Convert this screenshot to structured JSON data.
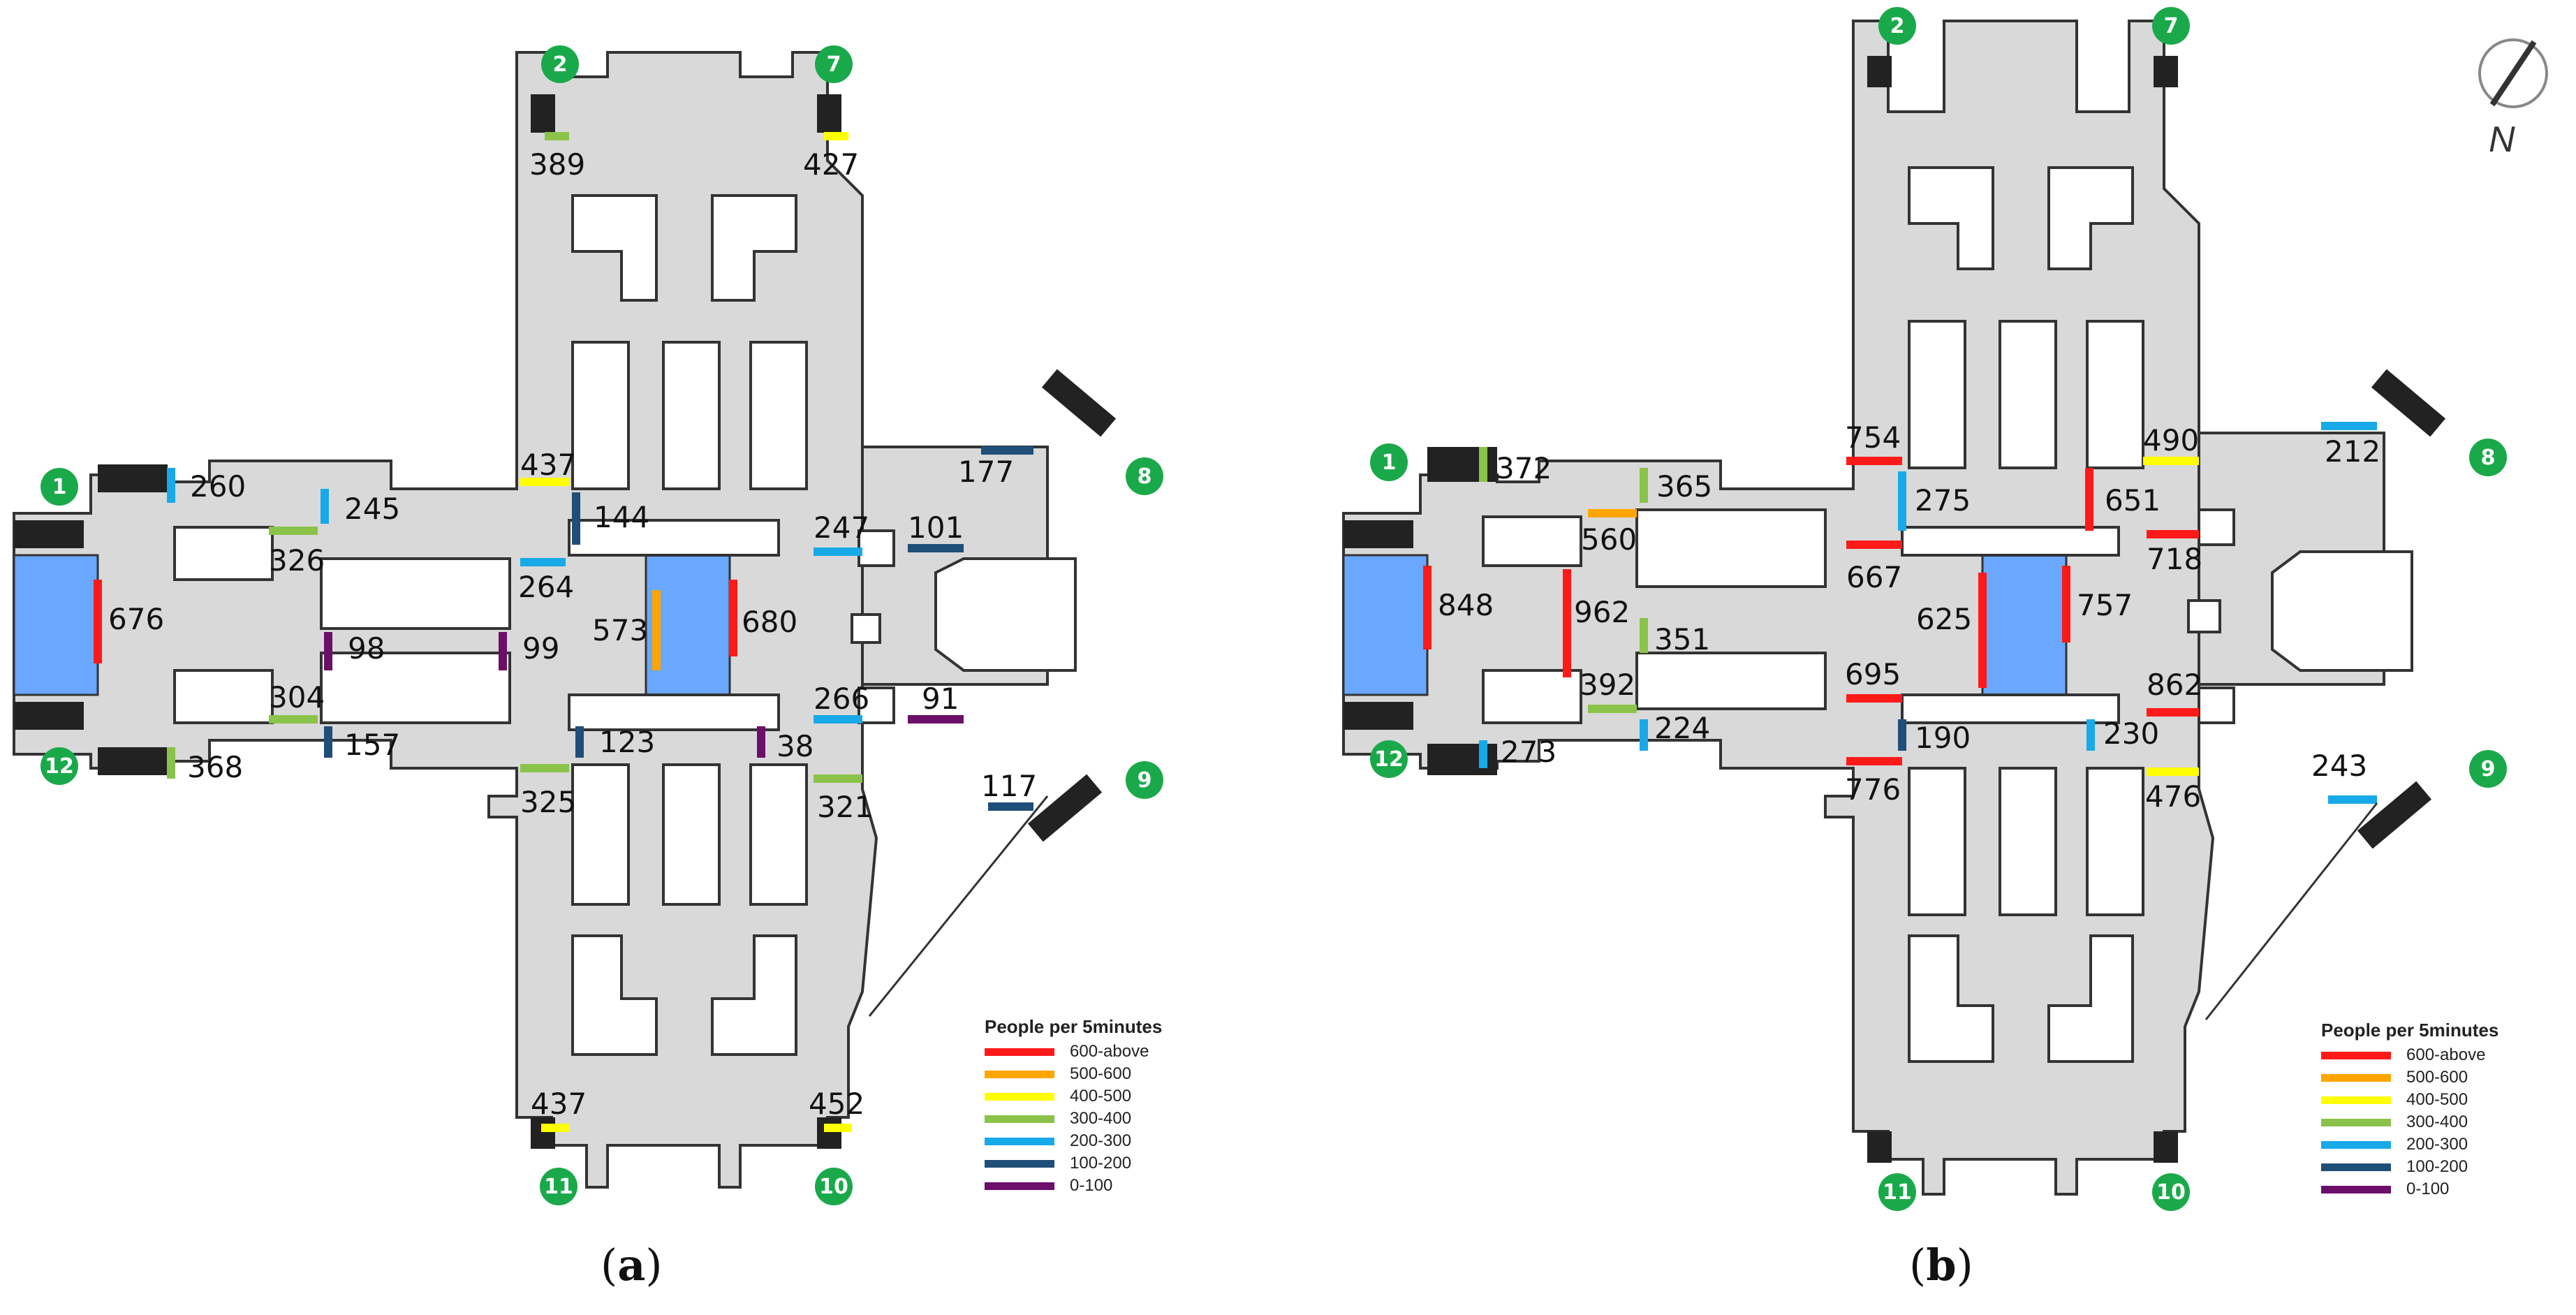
{
  "panels": [
    {
      "caption_pre": "(",
      "caption_letter": "a",
      "caption_post": ")",
      "flows": [
        "260",
        "245",
        "326",
        "676",
        "98",
        "99",
        "304",
        "157",
        "368",
        "264",
        "144",
        "437",
        "389",
        "427",
        "573",
        "680",
        "177",
        "247",
        "101",
        "266",
        "91",
        "123",
        "38",
        "325",
        "321",
        "117",
        "437",
        "452"
      ],
      "entrances": [
        "1",
        "12",
        "2",
        "7",
        "8",
        "9",
        "11",
        "10"
      ]
    },
    {
      "caption_pre": "(",
      "caption_letter": "b",
      "caption_post": ")",
      "flows": [
        "372",
        "365",
        "560",
        "848",
        "962",
        "351",
        "392",
        "224",
        "273",
        "754",
        "275",
        "667",
        "625",
        "695",
        "190",
        "776",
        "757",
        "651",
        "718",
        "490",
        "212",
        "862",
        "230",
        "243",
        "476"
      ],
      "entrances": [
        "1",
        "12",
        "2",
        "7",
        "8",
        "9",
        "11",
        "10"
      ]
    }
  ],
  "legend": {
    "title": "People per 5minutes",
    "items": [
      {
        "label": "600-above",
        "color": "#ff1a1a"
      },
      {
        "label": "500-600",
        "color": "#ffa500"
      },
      {
        "label": "400-500",
        "color": "#ffff00"
      },
      {
        "label": "300-400",
        "color": "#8bc34a"
      },
      {
        "label": "200-300",
        "color": "#17a9e8"
      },
      {
        "label": "100-200",
        "color": "#1f4e79"
      },
      {
        "label": "0-100",
        "color": "#6b0f6b"
      }
    ]
  },
  "north_label": "N",
  "colors": {
    "floor": "#d9d9d9",
    "wall": "#333333",
    "platform_blue": "#6aa8ff",
    "entrance_green": "#1aa94a"
  }
}
